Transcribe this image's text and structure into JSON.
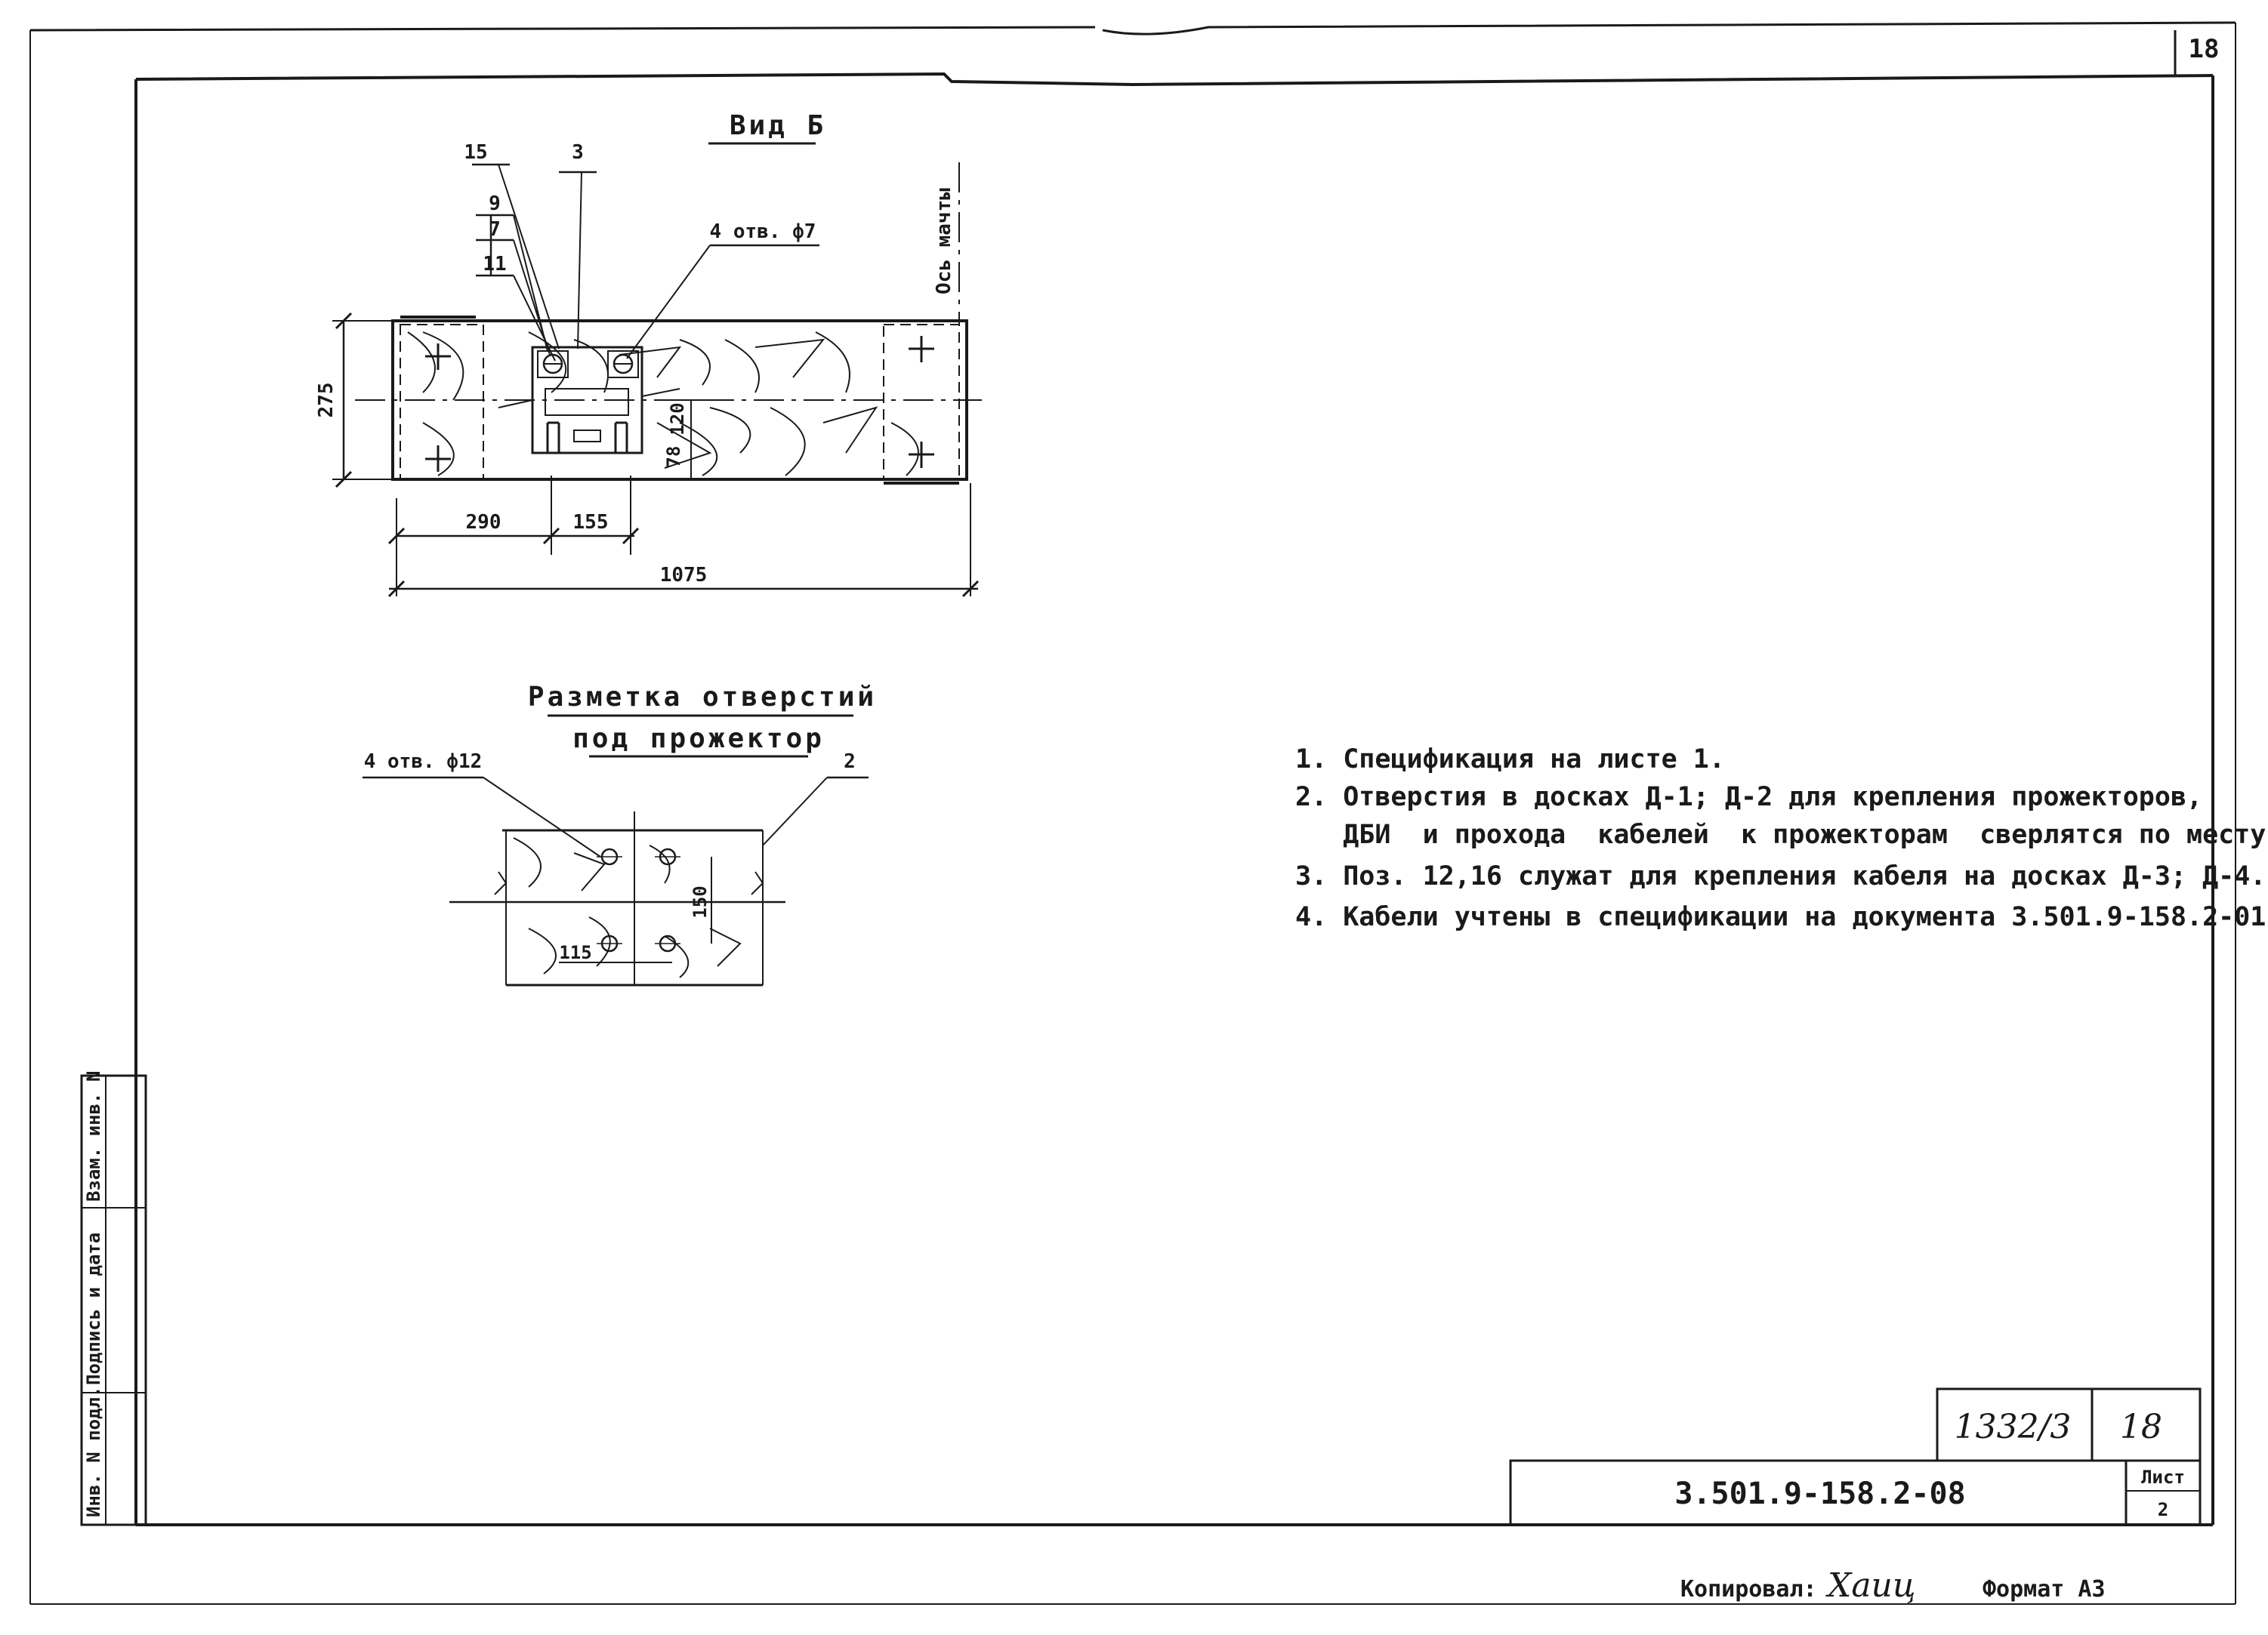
{
  "sheet_corner_number": "18",
  "view_b": {
    "title": "Вид Б",
    "leaders": [
      "15",
      "3",
      "9",
      "7",
      "11"
    ],
    "hole_callout": "4 отв. ф7",
    "axis_label": "Ось мачты",
    "dims": {
      "height": "275",
      "left": "290",
      "mid": "155",
      "total": "1075",
      "d120": "120",
      "d78": "78"
    }
  },
  "holes_layout": {
    "title_line1": "Разметка отверстий",
    "title_line2": "под прожектор",
    "hole_callout": "4 отв. ф12",
    "leader": "2",
    "dims": {
      "vertical": "150",
      "horizontal": "115"
    }
  },
  "notes": [
    "1. Спецификация  на листе  1.",
    "2. Отверстия  в досках  Д-1; Д-2  для  крепления прожекторов,",
    "   ДБИ  и прохода  кабелей  к прожекторам  сверлятся по месту.",
    "3. Поз. 12,16  служат  для  крепления кабеля  на досках  Д-3; Д-4.",
    "4. Кабели  учтены  в  спецификации  на документа 3.501.9-158.2-01"
  ],
  "side_stamp": [
    "Инв. N подл.",
    "Подпись и дата",
    "Взам. инв. N"
  ],
  "title_block": {
    "album": "1332/3",
    "sheet_hand": "18",
    "designation": "3.501.9-158.2-08",
    "sheet_label": "Лист",
    "sheet_number": "2"
  },
  "footer": {
    "copied_label": "Копировал:",
    "copied_signature": "Хаиц",
    "format_label": "Формат А3"
  }
}
